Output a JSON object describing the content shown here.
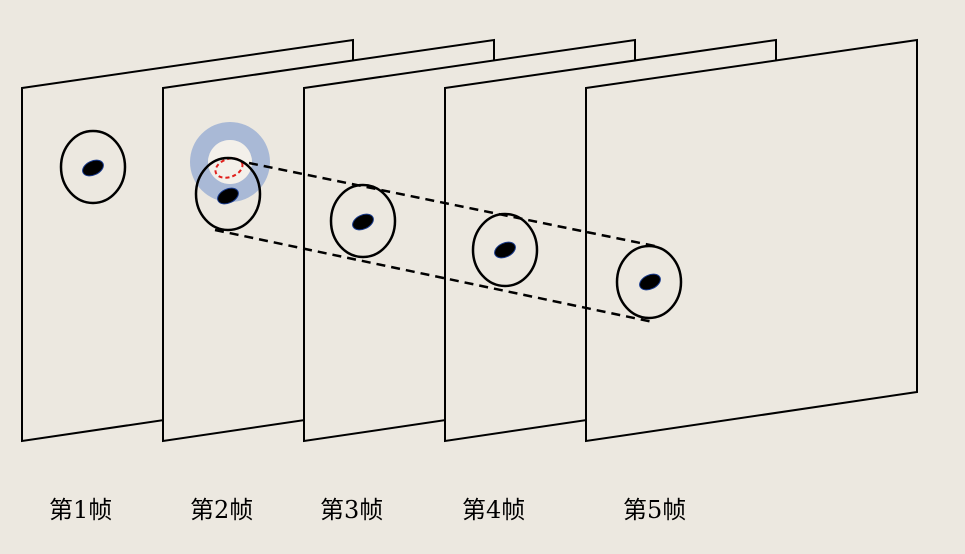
{
  "frames": [
    {
      "label": "第1帧"
    },
    {
      "label": "第2帧"
    },
    {
      "label": "第3帧"
    },
    {
      "label": "第4帧"
    },
    {
      "label": "第5帧"
    }
  ],
  "colors": {
    "background": "#ece8e0",
    "panel_fill": "#ece8e0",
    "panel_stroke": "#000000",
    "highlight_ring": "#a9b9d6",
    "predicted_region": "#e0201c",
    "target_blob": "#000000",
    "track_line": "#000000"
  }
}
